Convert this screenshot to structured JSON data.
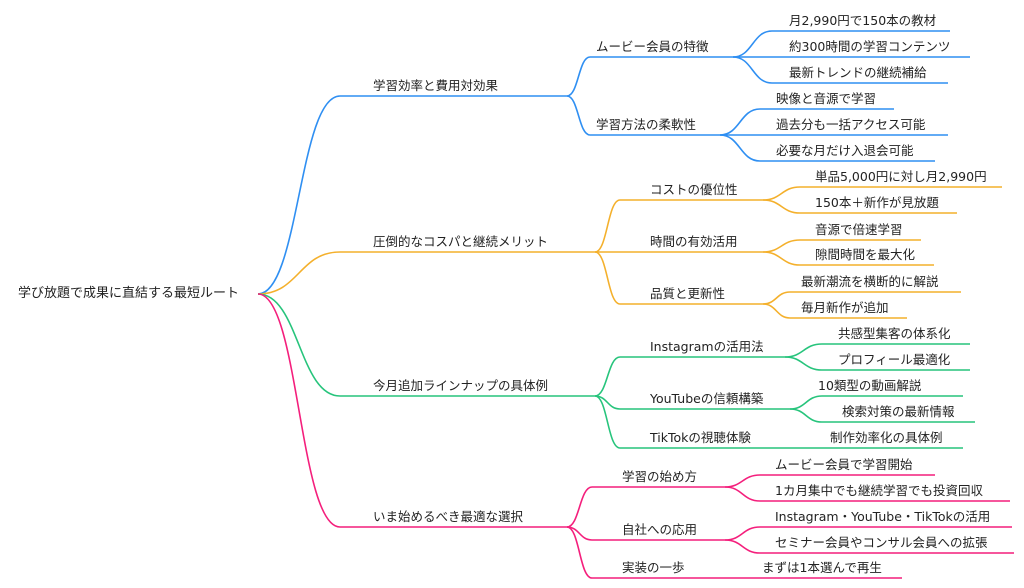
{
  "root": "学び放題で成果に直結する最短ルート",
  "colors": {
    "blue": "#2f8ff2",
    "orange": "#f4b02c",
    "green": "#27c47c",
    "pink": "#f41f7c"
  },
  "branches": [
    {
      "label": "学習効率と費用対効果",
      "subs": [
        {
          "label": "ムービー会員の特徴",
          "leaves": [
            "月2,990円で150本の教材",
            "約300時間の学習コンテンツ",
            "最新トレンドの継続補給"
          ]
        },
        {
          "label": "学習方法の柔軟性",
          "leaves": [
            "映像と音源で学習",
            "過去分も一括アクセス可能",
            "必要な月だけ入退会可能"
          ]
        }
      ]
    },
    {
      "label": "圧倒的なコスパと継続メリット",
      "subs": [
        {
          "label": "コストの優位性",
          "leaves": [
            "単品5,000円に対し月2,990円",
            "150本＋新作が見放題"
          ]
        },
        {
          "label": "時間の有効活用",
          "leaves": [
            "音源で倍速学習",
            "隙間時間を最大化"
          ]
        },
        {
          "label": "品質と更新性",
          "leaves": [
            "最新潮流を横断的に解説",
            "毎月新作が追加"
          ]
        }
      ]
    },
    {
      "label": "今月追加ラインナップの具体例",
      "subs": [
        {
          "label": "Instagramの活用法",
          "leaves": [
            "共感型集客の体系化",
            "プロフィール最適化"
          ]
        },
        {
          "label": "YouTubeの信頼構築",
          "leaves": [
            "10類型の動画解説",
            "検索対策の最新情報"
          ]
        },
        {
          "label": "TikTokの視聴体験",
          "leaves": [
            "制作効率化の具体例"
          ]
        }
      ]
    },
    {
      "label": "いま始めるべき最適な選択",
      "subs": [
        {
          "label": "学習の始め方",
          "leaves": [
            "ムービー会員で学習開始",
            "1カ月集中でも継続学習でも投資回収"
          ]
        },
        {
          "label": "自社への応用",
          "leaves": [
            "Instagram・YouTube・TikTokの活用",
            "セミナー会員やコンサル会員への拡張"
          ]
        },
        {
          "label": "実装の一歩",
          "leaves": [
            "まずは1本選んで再生"
          ]
        }
      ]
    }
  ]
}
